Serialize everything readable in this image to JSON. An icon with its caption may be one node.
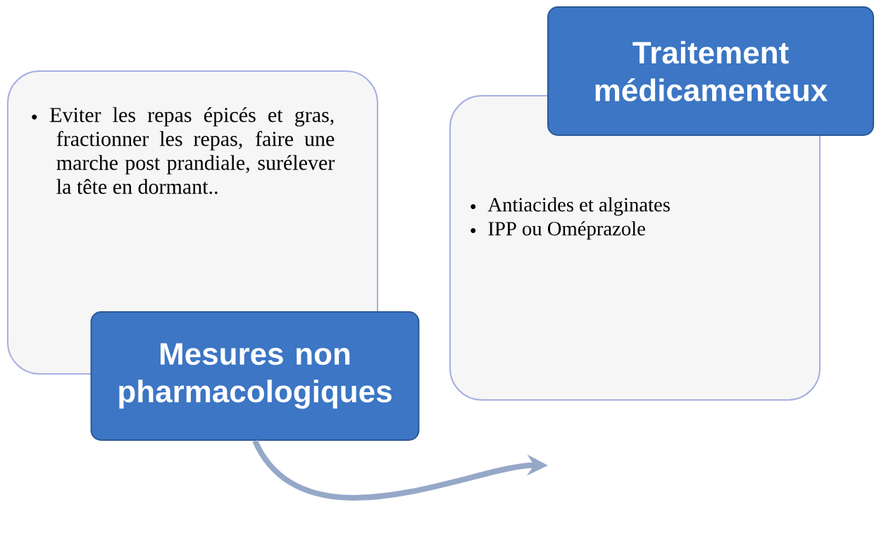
{
  "diagram": {
    "nodes": [
      {
        "text": [
          "Eviter les repas épicés et gras, fractionner les repas, faire une marche post prandiale, surélever la tête en dormant.."
        ]
      },
      {
        "text": [
          "Mesures non pharmacologiques"
        ]
      },
      {
        "text": [
          "Antiacides  et alginates",
          "IPP ou Oméprazole"
        ]
      },
      {
        "text": [
          "Traitement médicamenteux"
        ]
      }
    ],
    "edges": [
      {
        "from": 1,
        "to": 2,
        "arrow": "to"
      }
    ]
  }
}
